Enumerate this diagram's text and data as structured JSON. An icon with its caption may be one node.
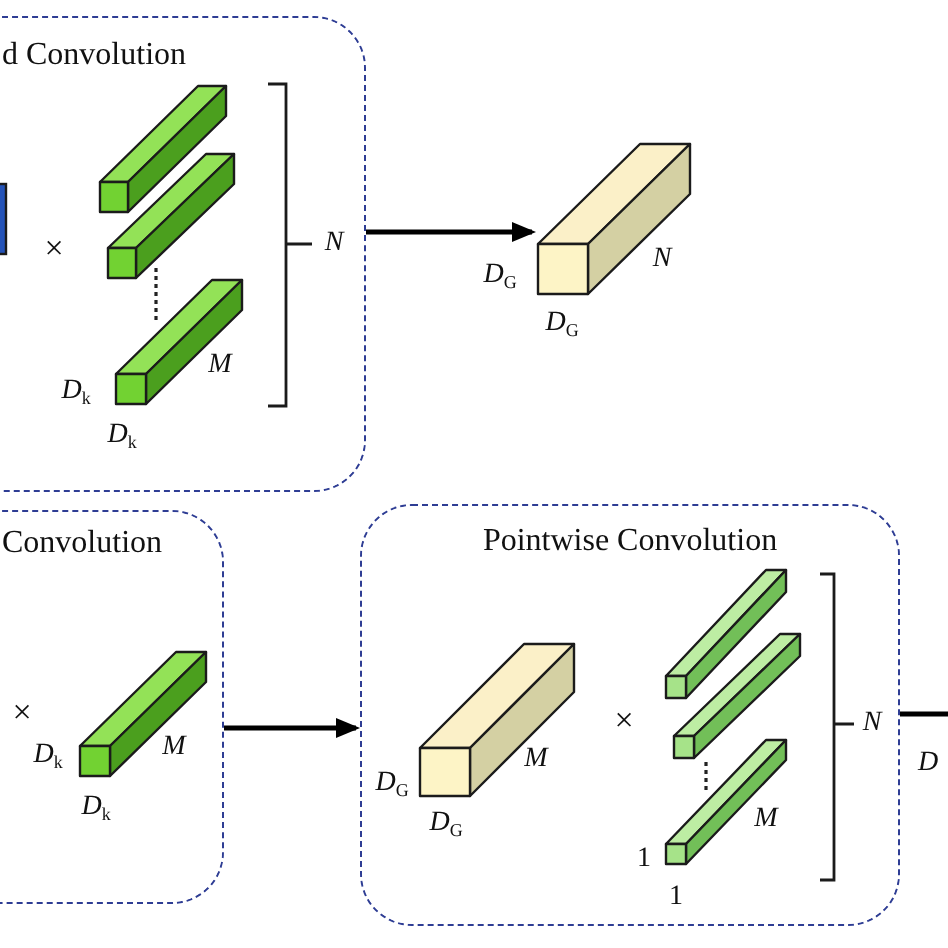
{
  "diagram": {
    "nodes": [
      {
        "text": [
          "d Convolution"
        ]
      },
      {
        "text": [],
        "shape": "box"
      },
      {
        "text": [
          "Convolution"
        ]
      },
      {
        "text": [
          "Pointwise Convolution"
        ]
      }
    ],
    "edges": [
      {
        "from": 0,
        "to": 1,
        "arrow": "to"
      },
      {
        "from": 2,
        "to": 3,
        "arrow": "to"
      },
      {
        "from": 3,
        "to": null,
        "arrow": "to"
      }
    ],
    "labels": [
      "×",
      "N",
      "M",
      "D$_{k}$",
      "D$_{k}$",
      "D$_{G}$",
      "N",
      "D$_{G}$",
      "×",
      "D$_{k}$",
      "M",
      "D$_{k}$",
      "D$_{G}$",
      "M",
      "D$_{G}$",
      "×",
      "N",
      "M",
      "1",
      "1",
      "D"
    ]
  }
}
